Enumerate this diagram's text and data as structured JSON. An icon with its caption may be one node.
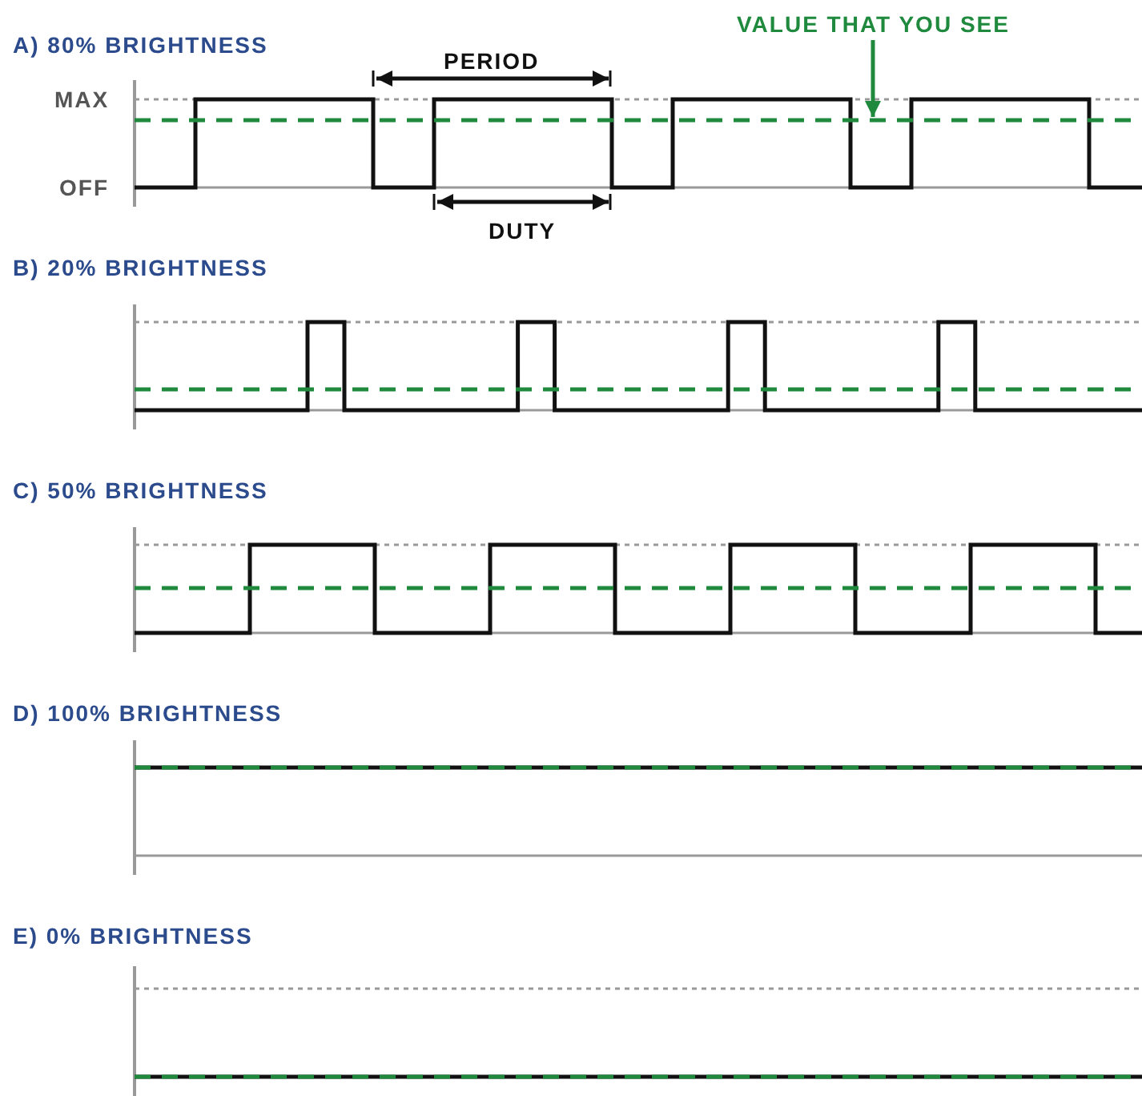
{
  "diagram": {
    "nodes": [
      {
        "text": [
          "VALUE THAT YOU SEE"
        ]
      },
      {
        "text": [],
        "shape": "line"
      }
    ],
    "edges": [
      {
        "from": 0,
        "to": 1,
        "arrow": "to"
      }
    ],
    "labels": [
      "A) 80% BRIGHTNESS",
      "MAX",
      "OFF",
      "PERIOD",
      "DUTY",
      "B) 20% BRIGHTNESS",
      "C) 50% BRIGHTNESS",
      "D) 100% BRIGHTNESS",
      "E) 0% BRIGHTNESS"
    ]
  }
}
